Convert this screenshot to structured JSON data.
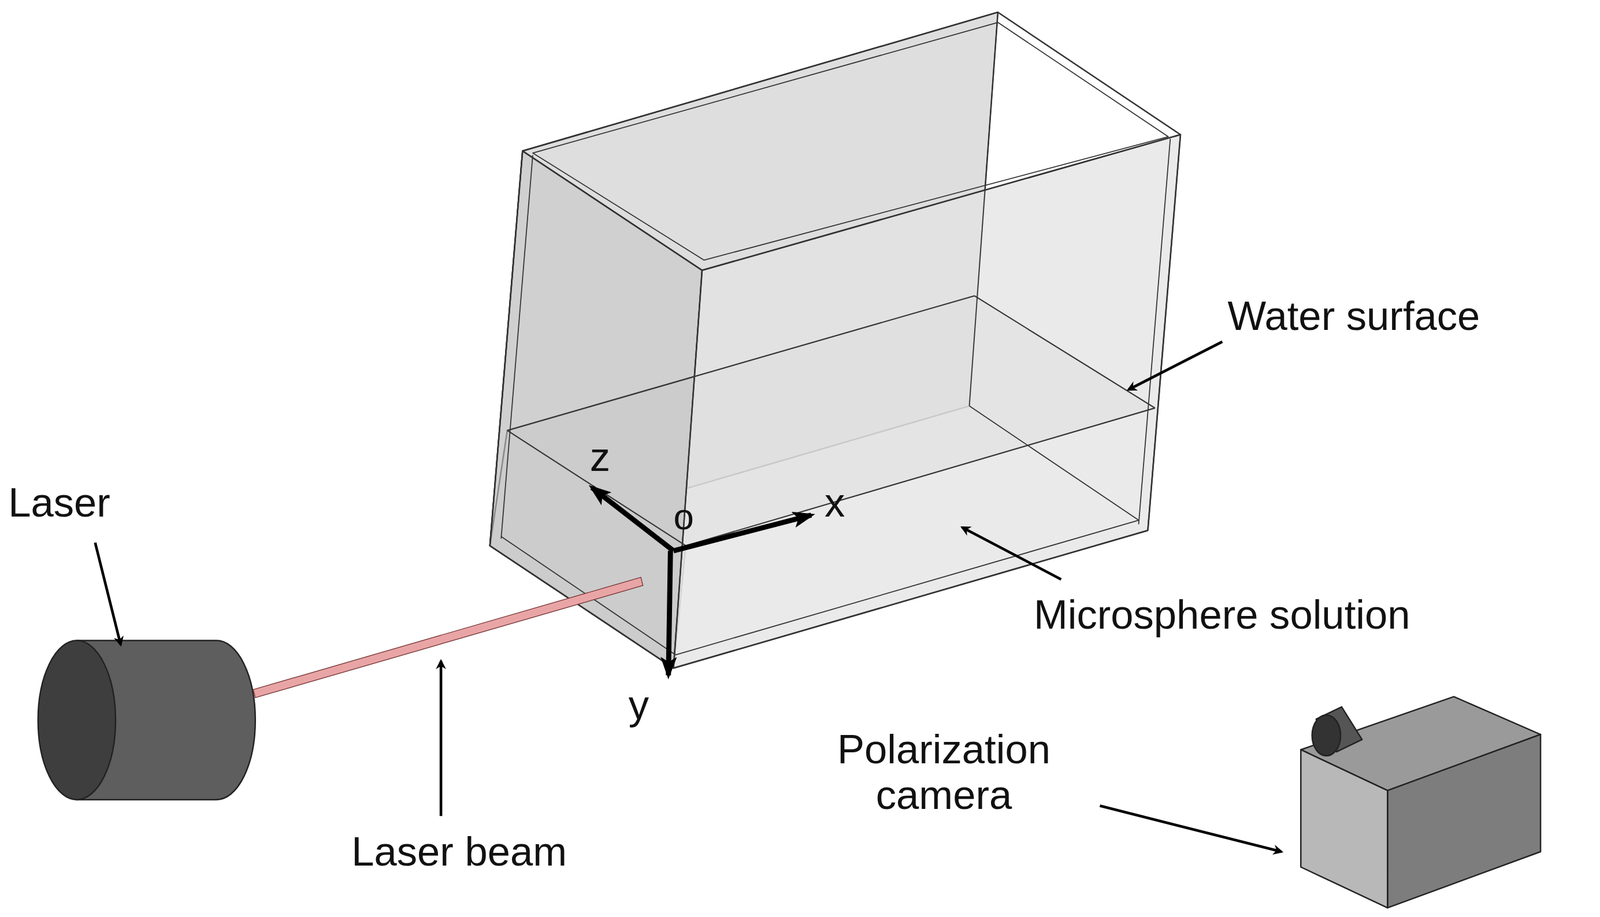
{
  "diagram": {
    "labels": [
      "Laser",
      "Laser beam",
      "z",
      "o",
      "x",
      "y",
      "Water surface",
      "Microsphere solution",
      "Polarization camera"
    ]
  }
}
